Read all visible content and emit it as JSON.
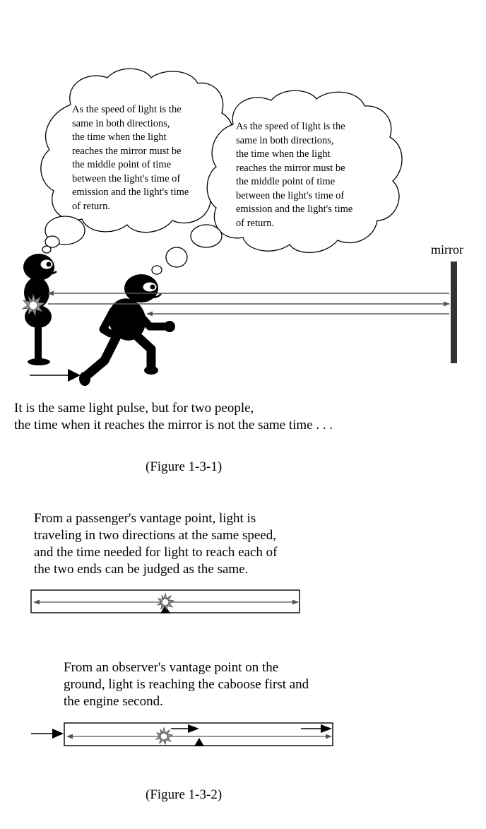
{
  "figure1": {
    "bubble_left": "As the speed of light is the\nsame  in both directions,\nthe time when the light\nreaches the mirror must be\nthe middle point of time\nbetween the light's time of\nemission and the light's time\nof return.",
    "bubble_right": "As the speed of light is the\nsame  in both directions,\nthe time when the light\nreaches the mirror must be\nthe middle point of time\nbetween the light's time of\nemission and the light's time\nof return.",
    "mirror_label": "mirror",
    "caption": "It is the same light pulse, but for two people,\nthe time when it reaches the mirror is not the same time . . .",
    "label": "(Figure 1-3-1)"
  },
  "figure2": {
    "passenger_text": "From a passenger's vantage point, light is\ntraveling in two directions at the same speed,\nand the time needed for light to reach each of\nthe two ends can be judged as the same.",
    "observer_text": "From an observer's vantage point on the\nground, light is reaching the caboose first and\nthe engine second.",
    "label": "(Figure 1-3-2)"
  },
  "colors": {
    "ink": "#000000",
    "arrow_gray": "#555555",
    "mirror_gray": "#333333",
    "burst_gray": "#888888"
  }
}
